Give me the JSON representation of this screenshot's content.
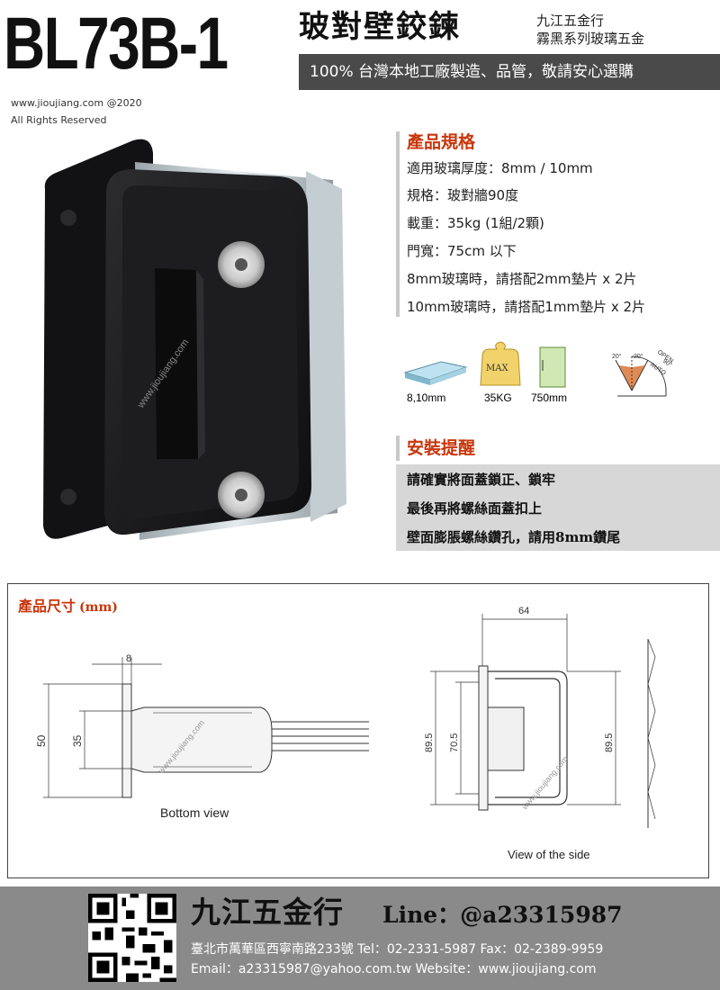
{
  "header": {
    "model": "BL73B-1",
    "product_name": "玻對壁鉸鍊",
    "brand_line1": "九江五金行",
    "brand_line2": "霧黑系列玻璃五金",
    "slogan": "100% 台灣本地工廠製造、品管，敬請安心選購",
    "website": "www.jioujiang.com @2020",
    "rights": "All Rights Reserved"
  },
  "watermark": "www.jioujiang.com",
  "specs": {
    "title": "產品規格",
    "lines": [
      "適用玻璃厚度：8mm / 10mm",
      "規格：玻對牆90度",
      "載重：35kg  (1組/2顆)",
      "門寬：75cm 以下",
      "8mm玻璃時，請搭配2mm墊片 x 2片",
      "10mm玻璃時，請搭配1mm墊片 x 2片"
    ]
  },
  "spec_icons": {
    "glass_label": "8,10mm",
    "weight_label": "35KG",
    "weight_badge": "MAX",
    "width_label": "750mm",
    "angle_left": "20°",
    "angle_right": "20°",
    "open_label": "OPEN",
    "open_angle": "90°",
    "auto_label": "AUTO"
  },
  "install": {
    "title": "安裝提醒",
    "lines": [
      "請確實將面蓋鎖正、鎖牢",
      "最後再將螺絲面蓋扣上",
      "壁面膨脹螺絲鑽孔，請用8mm鑽尾"
    ]
  },
  "dimensions": {
    "title": "產品尺寸",
    "unit": "(mm)",
    "bottom_view": {
      "label": "Bottom view",
      "dim_plate": "8",
      "dim_height": "50",
      "dim_inner": "35"
    },
    "side_view": {
      "label": "View of the side",
      "dim_width": "64",
      "dim_left": "89.5",
      "dim_inner": "70.5",
      "dim_right": "89.5"
    }
  },
  "footer": {
    "company": "九江五金行",
    "line_id": "Line：@a23315987",
    "address": "臺北市萬華區西寧南路233號   Tel：02-2331-5987   Fax：02-2389-9959",
    "email": "Email：a23315987@yahoo.com.tw    Website：www.jioujiang.com"
  }
}
